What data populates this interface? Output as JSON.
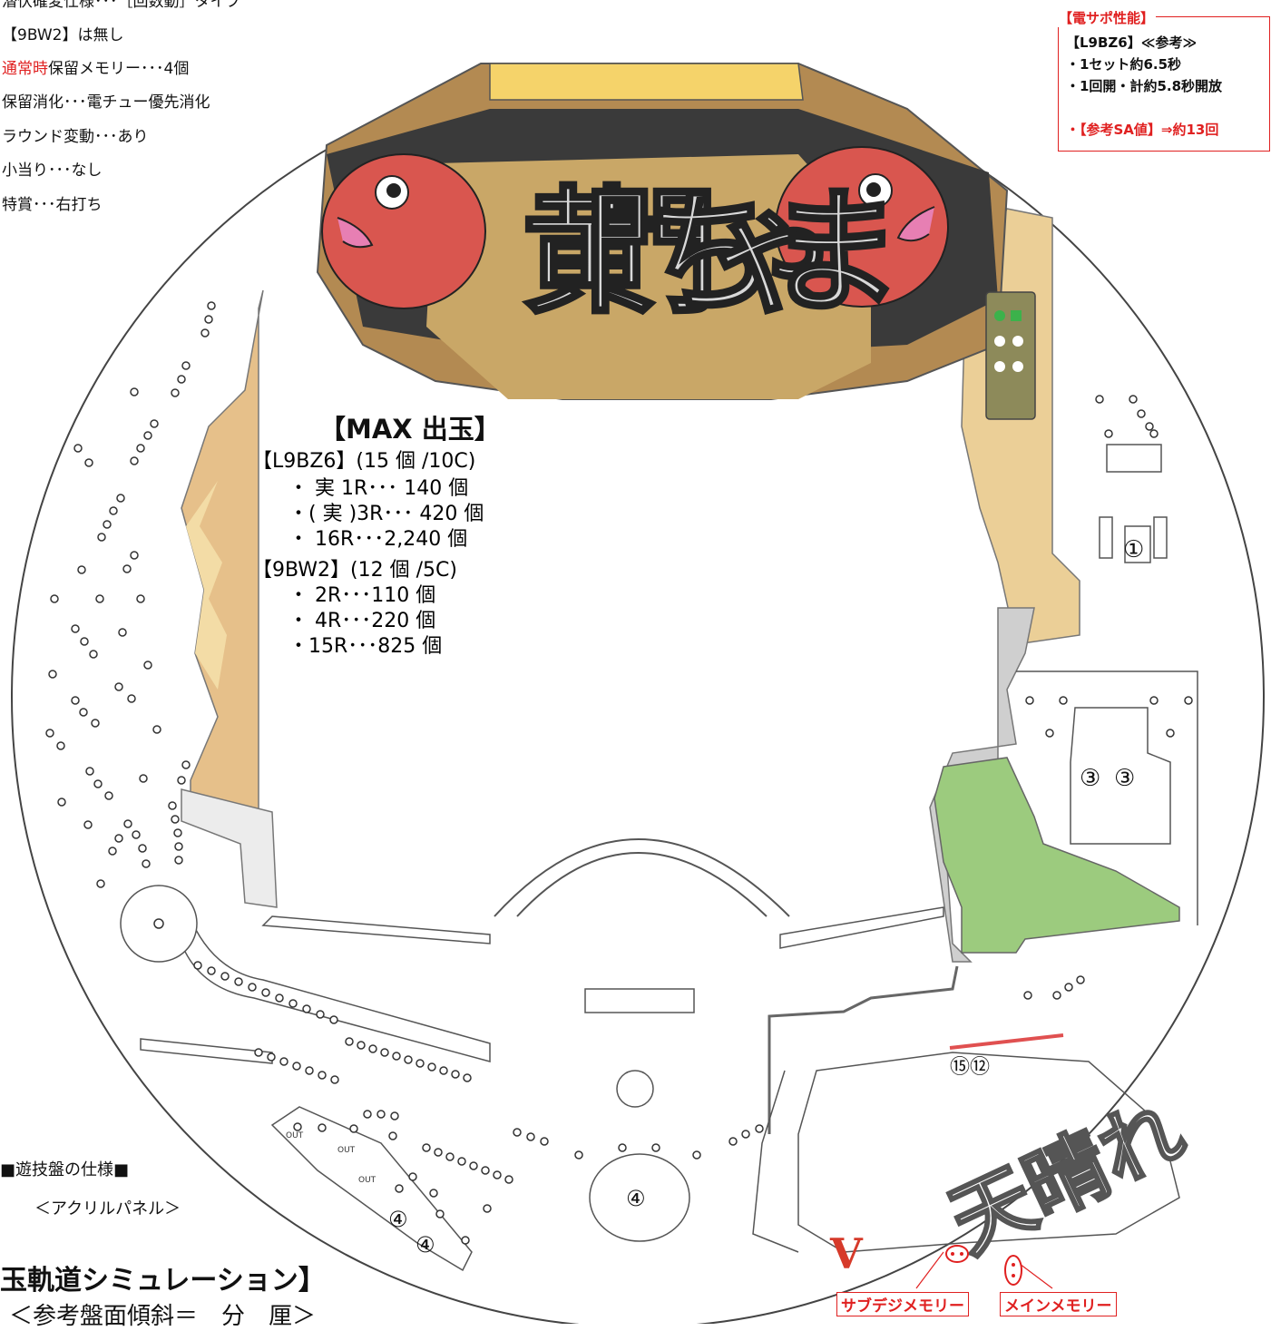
{
  "spec_list": [
    {
      "text": "潜伏確変仕様･･･［回数動］タイプ",
      "highlight": ""
    },
    {
      "text": "【9BW2】は無し",
      "highlight": ""
    },
    {
      "text": "保留メモリー･･･4個",
      "highlight": "通常時"
    },
    {
      "text": "保留消化･･･電チュー優先消化",
      "highlight": ""
    },
    {
      "text": "ラウンド変動･･･あり",
      "highlight": ""
    },
    {
      "text": "小当り･･･なし",
      "highlight": ""
    },
    {
      "text": "特賞･･･右打ち",
      "highlight": ""
    }
  ],
  "electric_support": {
    "header": "【電サポ性能】",
    "lines": [
      "【L9BZ6】≪参考≫",
      "・1セット約6.5秒",
      "・1回開・計約5.8秒開放",
      "",
      "・【参考SA値】⇒約13回"
    ]
  },
  "max_payout": {
    "title": "【MAX 出玉】",
    "l9bz6_header": "【L9BZ6】(15 個 /10C)",
    "l9bz6_rows": [
      "・  実 1R･･･  140 個",
      "・( 実 )3R･･･  420 個",
      "・     16R･･･2,240 個"
    ],
    "bw2_header": "【9BW2】(12 個 /5C)",
    "bw2_rows": [
      "・ 2R･･･110 個",
      "・ 4R･･･220 個",
      "・15R･･･825 個"
    ]
  },
  "board": {
    "logo_text": "黄門ちゃま",
    "sub_logo_text": "天晴れ",
    "pocket_labels": [
      "①",
      "③",
      "③",
      "④",
      "④",
      "④",
      "⑮⑫"
    ],
    "out_labels": [
      "OUT",
      "OUT",
      "OUT"
    ],
    "v_label": "V"
  },
  "bottom_labels": {
    "spec_heading": "■遊技盤の仕様■",
    "acrylic": "＜アクリルパネル＞",
    "simulation_title": "玉軌道シミュレーション】",
    "tilt_note": "＜参考盤面傾斜＝　分　厘＞",
    "sub_memory": "サブデジメモリー",
    "main_memory": "メインメモリー"
  },
  "colors": {
    "accent_red": "#e02020",
    "panel_tan": "#e8c58f",
    "green_area": "#9ccb7e",
    "fish_red": "#d9564f"
  }
}
